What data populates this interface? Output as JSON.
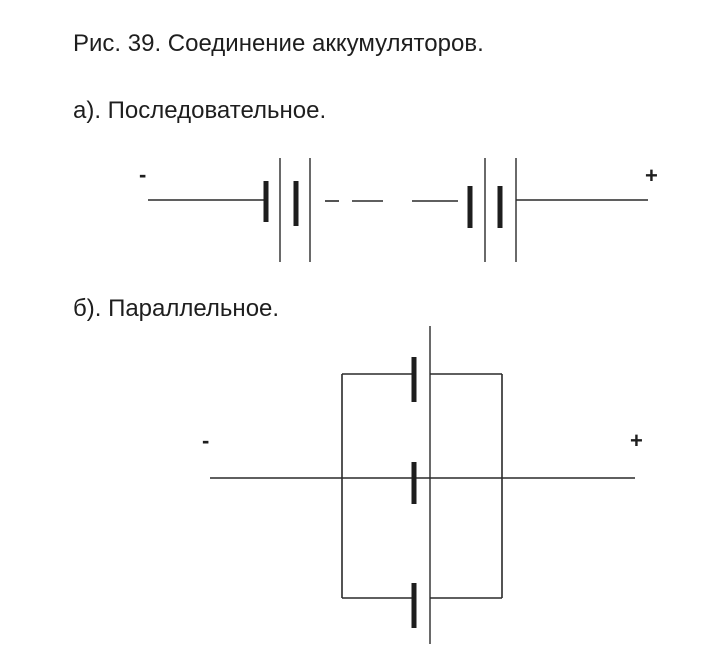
{
  "figure": {
    "title": "Рис. 39. Соединение аккумуляторов.",
    "series": {
      "title": "а). Последовательное.",
      "minus": "-",
      "plus": "+"
    },
    "parallel": {
      "title": "б). Параллельное.",
      "minus": "-",
      "plus": "+"
    }
  },
  "colors": {
    "ink": "#1e1e1e",
    "background": "#ffffff"
  }
}
